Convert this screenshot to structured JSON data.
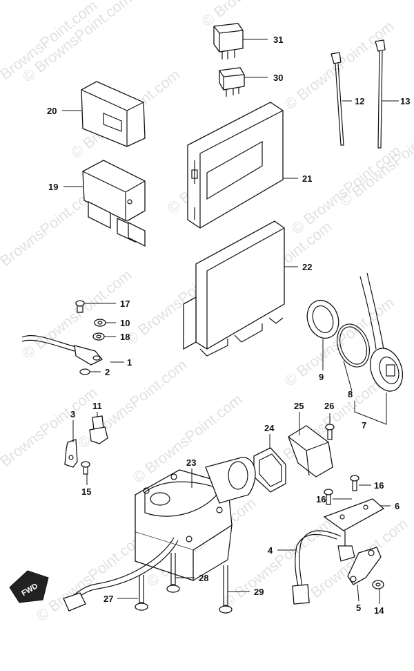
{
  "watermark": "© BrownsPoint.com",
  "fwd_label": "FWD",
  "callouts": [
    {
      "id": "c31",
      "label": "31"
    },
    {
      "id": "c30",
      "label": "30"
    },
    {
      "id": "c20",
      "label": "20"
    },
    {
      "id": "c12",
      "label": "12"
    },
    {
      "id": "c13",
      "label": "13"
    },
    {
      "id": "c19",
      "label": "19"
    },
    {
      "id": "c21",
      "label": "21"
    },
    {
      "id": "c22",
      "label": "22"
    },
    {
      "id": "c17",
      "label": "17"
    },
    {
      "id": "c10",
      "label": "10"
    },
    {
      "id": "c18",
      "label": "18"
    },
    {
      "id": "c1",
      "label": "1"
    },
    {
      "id": "c2",
      "label": "2"
    },
    {
      "id": "c9",
      "label": "9"
    },
    {
      "id": "c8",
      "label": "8"
    },
    {
      "id": "c7",
      "label": "7"
    },
    {
      "id": "c11",
      "label": "11"
    },
    {
      "id": "c3",
      "label": "3"
    },
    {
      "id": "c15",
      "label": "15"
    },
    {
      "id": "c25",
      "label": "25"
    },
    {
      "id": "c26",
      "label": "26"
    },
    {
      "id": "c24",
      "label": "24"
    },
    {
      "id": "c23",
      "label": "23"
    },
    {
      "id": "c16a",
      "label": "16"
    },
    {
      "id": "c16b",
      "label": "16"
    },
    {
      "id": "c6",
      "label": "6"
    },
    {
      "id": "c4",
      "label": "4"
    },
    {
      "id": "c28",
      "label": "28"
    },
    {
      "id": "c29",
      "label": "29"
    },
    {
      "id": "c27",
      "label": "27"
    },
    {
      "id": "c5",
      "label": "5"
    },
    {
      "id": "c14",
      "label": "14"
    }
  ]
}
